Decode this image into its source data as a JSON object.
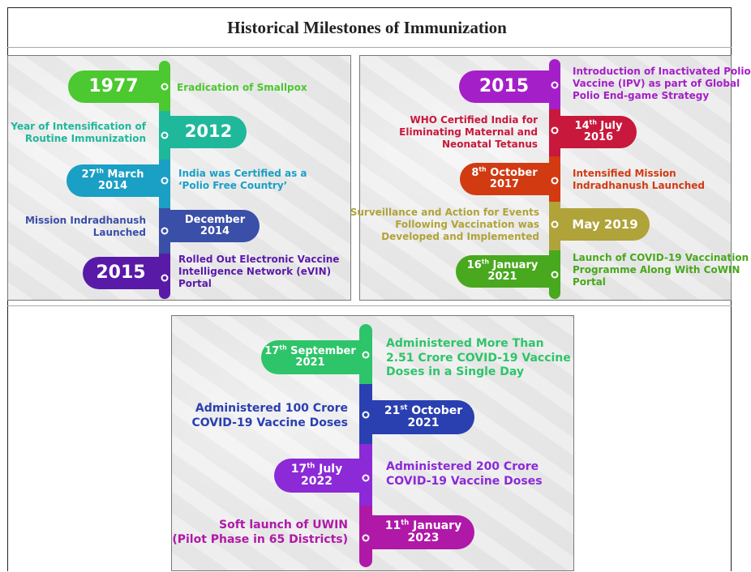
{
  "title": "Historical Milestones of Immunization",
  "panel1": {
    "items": [
      {
        "date": "1977",
        "text": "Eradication of Smallpox",
        "color": "#4cc830"
      },
      {
        "date": "2012",
        "text": "Year of Intensification of\nRoutine Immunization",
        "color": "#1fb89a"
      },
      {
        "date_day": "27",
        "date_sup": "th",
        "date_rest": " March",
        "date_year": "2014",
        "text": "India was Certified as a\n‘Polio Free Country’",
        "color": "#1a9fc5"
      },
      {
        "date": "December\n2014",
        "text": "Mission Indradhanush\nLaunched",
        "color": "#3a4fa8"
      },
      {
        "date": "2015",
        "text": "Rolled Out Electronic Vaccine\nIntelligence Network (eVIN)\nPortal",
        "color": "#5a1aa8"
      }
    ]
  },
  "panel2": {
    "items": [
      {
        "date": "2015",
        "text": "Introduction of Inactivated Polio\nVaccine (IPV) as part of Global\nPolio End-game Strategy",
        "color": "#a51fc8"
      },
      {
        "date_day": "14",
        "date_sup": "th",
        "date_rest": " July",
        "date_year": "2016",
        "text": "WHO Certified India for\nEliminating Maternal and\nNeonatal Tetanus",
        "color": "#c8183c"
      },
      {
        "date_day": "8",
        "date_sup": "th",
        "date_rest": " October",
        "date_year": "2017",
        "text": "Intensified Mission\nIndradhanush Launched",
        "color": "#d23a12"
      },
      {
        "date": "May 2019",
        "text": "Surveillance and Action for Events\nFollowing Vaccination was\nDeveloped and Implemented",
        "color": "#b0a33a"
      },
      {
        "date_day": "16",
        "date_sup": "th",
        "date_rest": " January",
        "date_year": "2021",
        "text": "Launch of COVID-19 Vaccination\nProgramme Along With CoWIN\nPortal",
        "color": "#48a81e"
      }
    ]
  },
  "panel3": {
    "items": [
      {
        "date_day": "17",
        "date_sup": "th",
        "date_rest": " September",
        "date_year": "2021",
        "text": "Administered More Than\n2.51 Crore COVID-19 Vaccine\nDoses in a Single Day",
        "color": "#2ec46a"
      },
      {
        "date_day": "21",
        "date_sup": "st",
        "date_rest": " October",
        "date_year": "2021",
        "text": "Administered 100 Crore\nCOVID-19 Vaccine Doses",
        "color": "#2a3fb0"
      },
      {
        "date_day": "17",
        "date_sup": "th",
        "date_rest": " July",
        "date_year": "2022",
        "text": "Administered 200 Crore\nCOVID-19 Vaccine Doses",
        "color": "#8b2ad6"
      },
      {
        "date_day": "11",
        "date_sup": "th",
        "date_rest": " January",
        "date_year": "2023",
        "text": "Soft launch of UWIN\n(Pilot Phase in 65 Districts)",
        "color": "#b018a8"
      }
    ]
  }
}
